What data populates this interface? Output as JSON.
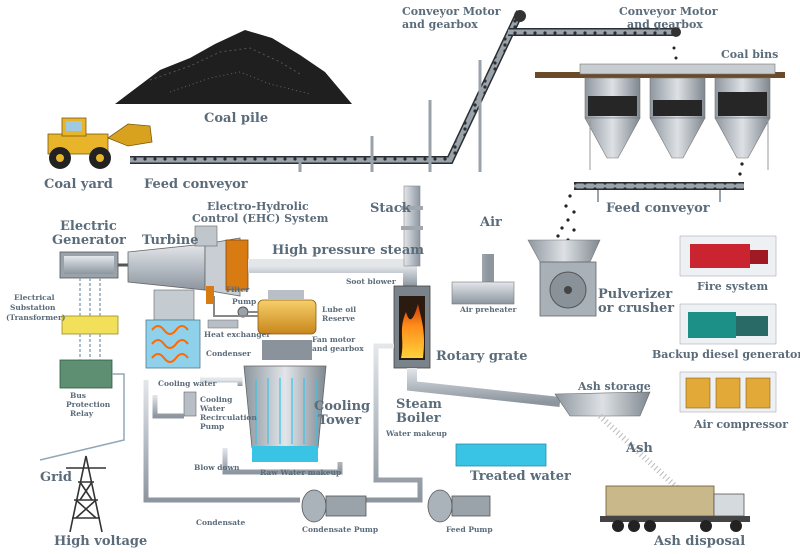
{
  "labels": {
    "conveyor_motor_1": "Conveyor Motor",
    "conveyor_motor_1b": "and gearbox",
    "conveyor_motor_2": "Conveyor Motor",
    "conveyor_motor_2b": "and gearbox",
    "coal_bins": "Coal bins",
    "coal_pile": "Coal pile",
    "coal_yard": "Coal yard",
    "feed_conveyor_1": "Feed conveyor",
    "feed_conveyor_2": "Feed conveyor",
    "ehc_1": "Electro-Hydrolic",
    "ehc_2": "Control (EHC) System",
    "stack": "Stack",
    "air": "Air",
    "electric_generator_1": "Electric",
    "electric_generator_2": "Generator",
    "turbine": "Turbine",
    "high_pressure_steam": "High pressure steam",
    "filter": "Filter",
    "pump": "Pump",
    "soot_blower": "Soot blower",
    "air_preheater": "Air preheater",
    "pulverizer_1": "Pulverizer",
    "pulverizer_2": "or crusher",
    "fire_system": "Fire system",
    "electrical_substation_1": "Electrical",
    "electrical_substation_2": "Substation",
    "electrical_substation_3": "(Transformer)",
    "heat_exchanger": "Heat exchanger",
    "lube_oil_1": "Lube oil",
    "lube_oil_2": "Reserve",
    "fan_motor_1": "Fan motor",
    "fan_motor_2": "and gearbox",
    "condenser": "Condenser",
    "rotary_grate": "Rotary grate",
    "backup_diesel": "Backup diesel generator",
    "bus_protection_1": "Bus",
    "bus_protection_2": "Protection",
    "bus_protection_3": "Relay",
    "cooling_water": "Cooling water",
    "cooling_pump_1": "Cooling",
    "cooling_pump_2": "Water",
    "cooling_pump_3": "Recirculation",
    "cooling_pump_4": "Pump",
    "cooling_tower_1": "Cooling",
    "cooling_tower_2": "Tower",
    "steam_boiler_1": "Steam",
    "steam_boiler_2": "Boiler",
    "ash_storage": "Ash storage",
    "air_compressor": "Air compressor",
    "water_makeup": "Water makeup",
    "ash": "Ash",
    "blow_down": "Blow down",
    "raw_water_makeup": "Raw Water makeup",
    "treated_water": "Treated water",
    "grid": "Grid",
    "condensate": "Condensate",
    "condensate_pump": "Condensate Pump",
    "feed_pump": "Feed Pump",
    "high_voltage": "High voltage",
    "ash_disposal": "Ash disposal"
  },
  "colors": {
    "label": "#5a6b7a",
    "pipe": "#b5bcc4",
    "coal": "#1e1e1e",
    "water": "#39c4e6",
    "fire": "#ff8c1a",
    "lube_oil": "#e9a72e",
    "loader": "#e8b42a",
    "fire_system": "#c9242f",
    "diesel": "#1c8f86",
    "compressor": "#e2a838"
  }
}
